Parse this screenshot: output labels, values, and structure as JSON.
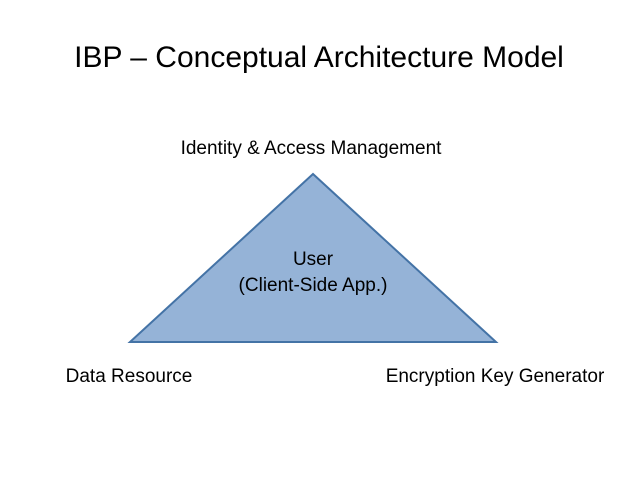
{
  "slide": {
    "title": "IBP – Conceptual Architecture Model",
    "background_color": "#ffffff",
    "text_color": "#000000",
    "diagram": {
      "top_label": "Identity & Access Management",
      "bottom_left_label": "Data Resource",
      "bottom_right_label": "Encryption Key Generator",
      "triangle": {
        "line1": "User",
        "line2": "(Client-Side App.)",
        "fill_color": "#95B3D7",
        "border_color": "#4473A6"
      }
    }
  }
}
